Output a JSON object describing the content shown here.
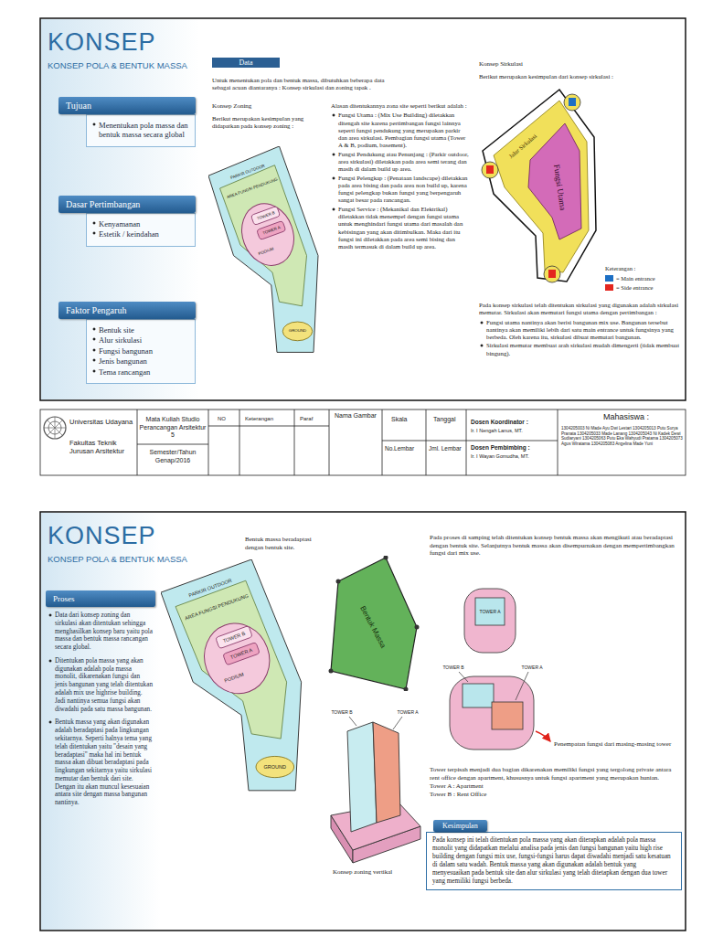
{
  "diagram": {
    "title": "KONSEP",
    "nodes": [
      {
        "text": [
          "Tujuan",
          "Menentukan pola massa dan bentuk massa secara global"
        ]
      },
      {
        "text": [
          "Dasar Pertimbangan",
          "Kenyamanan",
          "Estetik / keindahan"
        ]
      },
      {
        "text": [
          "Faktor Pengaruh",
          "Bentuk site",
          "Alur sirkulasi",
          "Fungsi bangunan",
          "Jenis bangunan",
          "Tema rancangan"
        ]
      },
      {
        "text": [
          "Data"
        ]
      },
      {
        "text": [
          "Proses",
          "Data dari konsep zoning dan sirkulasi akan ditentukan sehingga menghasilkan konsep baru yaitu pola massa dan bentuk massa rancangan secara global.",
          "Ditentukan pola massa yang akan digunakan adalah pola massa monolit, dikarenakan fungsi dan jenis bangunan yang telah ditentukan adalah mix use highrise building. Jadi nantinya semua fungsi akan diwadahi pada satu massa bangunan.",
          "Bentuk massa yang akan digunakan adalah beradaptasi pada lingkungan sekitarnya. Seperti halnya tema yang telah ditentukan yaitu \"desain yang beradaptasi\" maka hal ini bentuk massa akan dibuat beradaptasi pada lingkungan sekitarnya yaitu sirkulasi memutar dan bentuk dari site. Dengan itu akan muncul kesesuaian antara site dengan massa bangunan nantinya."
        ]
      },
      {
        "text": [
          "PARKIR OUTDOOR",
          "AREA FUNGSI PENDUKUNG",
          "TOWER B",
          "TOWER A",
          "PODIUM",
          "GROUND"
        ]
      },
      {
        "text": [
          "Bentuk Massa"
        ]
      },
      {
        "text": [
          "TOWER B",
          "TOWER A"
        ]
      },
      {
        "text": [
          "TOWER A",
          "TOWER B",
          "TOWER A"
        ]
      },
      {
        "text": [
          "Kesimpulan",
          "Pada konsep ini telah ditentukan pola massa yang akan diterapkan adalah pola massa monolit yang didapatkan melalui analisa pada jenis dan fungsi bangunan yaitu high rise building dengan fungsi mix use, fungsi-fungsi harus dapat diwadahi menjadi satu kesatuan di dalam satu wadah. Bentuk massa yang akan digunakan adalah bentuk yang menyesuaikan pada bentuk site dan alur sirkulasi yang telah ditetapkan dengan dua tower yang memiliki fungsi berbeda."
        ]
      }
    ],
    "edges": [
      {
        "from": 5,
        "to": 6,
        "arrow": "to"
      },
      {
        "from": 6,
        "to": 8,
        "arrow": "to"
      },
      {
        "from": 5,
        "to": 7,
        "arrow": "to"
      }
    ],
    "labels": [
      "KONSEP POLA & BENTUK MASSA",
      "Untuk menentukan pola dan bentuk massa, dibutuhkan beberapa data sebagai acuan diantaranya : Konsep sirkulasi dan zoning tapak .",
      "Konsep Zoning",
      "Berikut merupakan kesimpulan yang didapatkan pada konsep zoning :",
      "PARKIR OUTDOOR",
      "AREA FUNGSI PENDUKUNG",
      "TOWER B",
      "TOWER A",
      "PODIUM",
      "GROUND",
      "Alasan ditentukannya zona site seperti berikut adalah :",
      "Fungsi Utama : (Mix Use Building) diletakkan ditengah site karena pertimbangan fungsi lainnya seperti fungsi pendukung yang merupakan parkir dan area sirkulasi. Pembagian fungsi utama (Tower A & B, podium, basement).",
      "Fungsi Pendukung atau Penunjang : (Parkir outdoor, area sirkulasi) diletakkan pada area semi terang dan masih di dalam build up area.",
      "Fungsi Pelengkap : (Penataan landscape) diletakkan pada area bising dan pada area non build up, karena fungsi pelengkap bukan fungsi yang berpengaruh sangat besar pada rancangan.",
      "Fungsi Service : (Mekanikal dan Elektrikal) diletakkan tidak menempel dengan fungsi utama untuk menghindari fungsi utama dari masalah dan kebisingan yang akan ditimbulkan. Maka dari itu fungsi ini diletakkan pada area semi bising dan masih termasuk di dalam build up area.",
      "Konsep Sirkulasi",
      "Berikut merupakan kesimpulan dari konsep sirkulasi :",
      "Jalur Sirkulasi",
      "Fungsi Utama",
      "Keterangan :",
      "Pada konsep sirkulasi telah ditentukan sirkulasi yang digunakan adalah sirkulasi memutar. Sirkulasi akan memutari fungsi utama dengan pertimbangan :",
      "Fungsi utama nantinya akan berisi bangunan mix use. Bangunan tersebut nantinya akan memiliki lebih dari satu main entrance untuk fungsinya yang berbeda. Oleh karena itu, sirkulasi dibuat memutari bangunan.",
      "Sirkulasi memutar membuat arah sirkulasi mudah dimengerti (tidak membuat bingung).",
      "Universitas Udayana",
      "Fakultas Teknik Jurusan Arsitektur",
      "Mata Kuliah Studio Perancangan Arsitektur 5",
      "Semester/Tahun Genap/2016",
      "NO",
      "Keterangan",
      "Paraf",
      "Nama Gambar",
      "Skala",
      "Tanggal",
      "No.Lembar",
      "Jml. Lembar",
      "Dosen Koordinator :",
      "Ir. I Nengah Lanus, MT.",
      "Dosen Pembimbing :",
      "Ir. I Wayan Gomudha, MT.",
      "Mahasiswa :",
      "1304205003 Ni Made Ayu Dwi Lestari 1304205013 Putu Surya Pranata 1304205033 Made Lanang 1304205043 Ni Kadek Dewi Sudiaryani 1304205063 Putu Eka Wahyudi Pratama 1304205073 Agus Wiratama 1304205083 Angelina Made Yuni",
      "KONSEP",
      "KONSEP POLA & BENTUK MASSA",
      "Bentuk massa beradaptasi dengan bentuk site.",
      "Pada proses di samping telah ditentukan konsep bentuk massa akan mengikuti atau beradaptasi dengan bentuk site. Selanjutnya bentuk massa akan disempurnakan dengan mempertimbangkan fungsi dari mix use.",
      "Konsep zoning vertikal",
      "Penempatan fungsi dari masing-masing tower",
      "Tower terpisah menjadi dua bagian dikarenakan memiliki fungsi yang tergolong private antara rent office dengan apartment, khususnya untuk fungsi apartment yang merupakan hunian.",
      "Tower A : Apartment",
      "Tower B : Rent Office"
    ],
    "legend": [
      {
        "text": "= Main entrance",
        "color": "#1d6fc4"
      },
      {
        "text": "= Side entrance",
        "color": "#e3261f"
      }
    ]
  }
}
